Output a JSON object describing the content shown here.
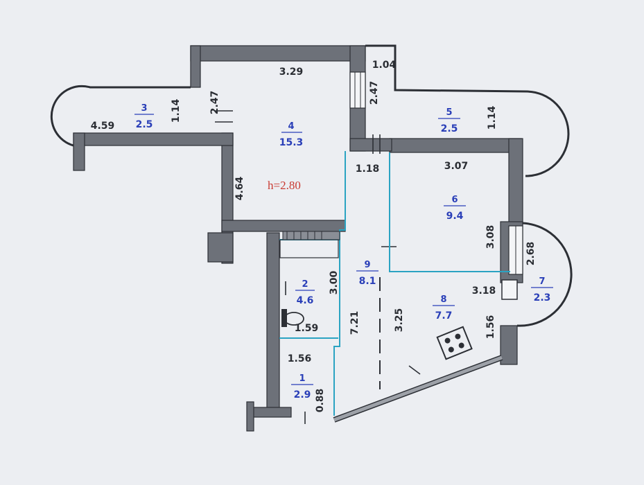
{
  "plan": {
    "ceiling_height": "h=2.80",
    "rooms": [
      {
        "id": "room-1",
        "number": "1",
        "area": "2.9"
      },
      {
        "id": "room-2",
        "number": "2",
        "area": "4.6"
      },
      {
        "id": "room-3",
        "number": "3",
        "area": "2.5"
      },
      {
        "id": "room-4",
        "number": "4",
        "area": "15.3"
      },
      {
        "id": "room-5",
        "number": "5",
        "area": "2.5"
      },
      {
        "id": "room-6",
        "number": "6",
        "area": "9.4"
      },
      {
        "id": "room-7",
        "number": "7",
        "area": "2.3"
      },
      {
        "id": "room-8",
        "number": "8",
        "area": "7.7"
      },
      {
        "id": "room-9",
        "number": "9",
        "area": "8.1"
      }
    ],
    "dimensions": [
      "3.29",
      "1.04",
      "2.47",
      "2.47",
      "1.14",
      "4.59",
      "1.14",
      "4.64",
      "1.18",
      "3.07",
      "3.08",
      "2.68",
      "3.18",
      "3.00",
      "1.59",
      "7.21",
      "3.25",
      "1.56",
      "1.56",
      "0.88"
    ]
  }
}
